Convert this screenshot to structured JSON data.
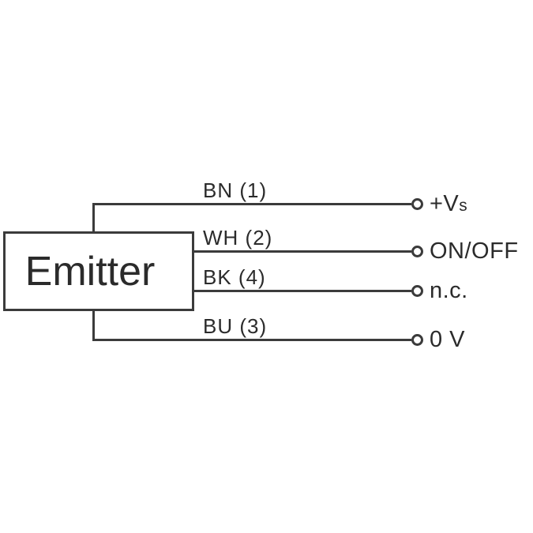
{
  "diagram": {
    "device": {
      "label": "Emitter"
    },
    "wires": [
      {
        "label": "BN (1)",
        "terminal": "+V",
        "terminal_small": "s"
      },
      {
        "label": "WH (2)",
        "terminal": "ON/OFF",
        "terminal_small": ""
      },
      {
        "label": "BK (4)",
        "terminal": "n.c.",
        "terminal_small": ""
      },
      {
        "label": "BU (3)",
        "terminal": "0 V",
        "terminal_small": ""
      }
    ],
    "colors": {
      "line": "#3b3b3b",
      "text": "#2b2b2b",
      "background": "#ffffff"
    }
  }
}
